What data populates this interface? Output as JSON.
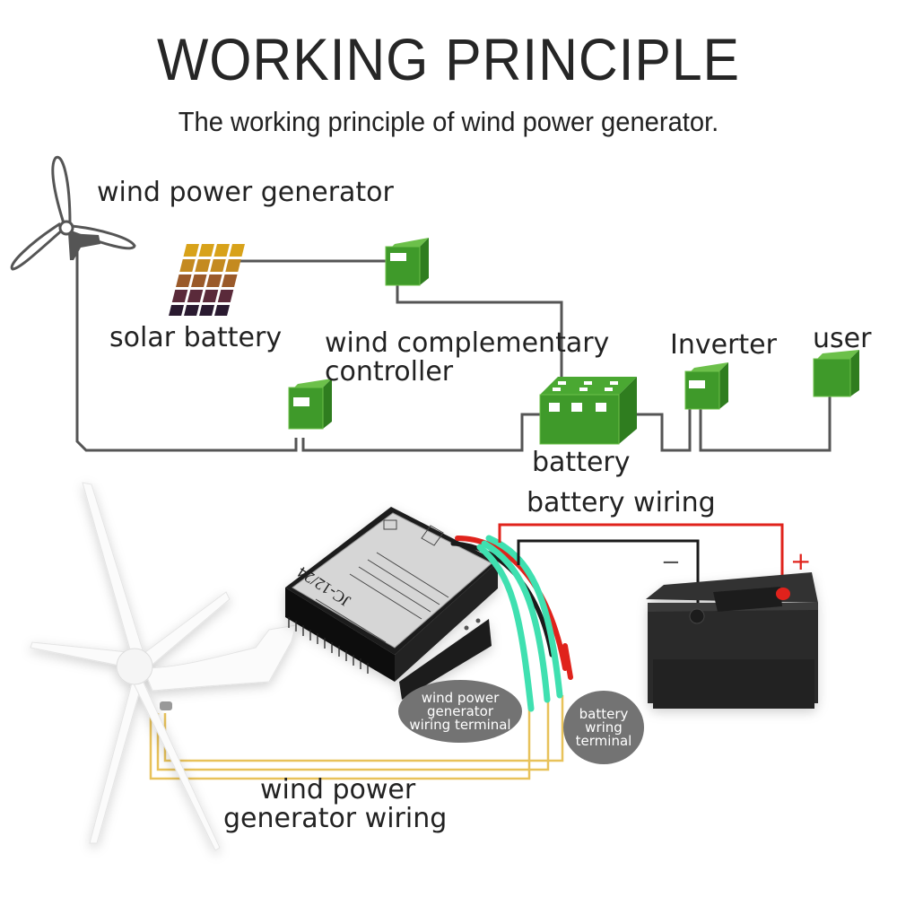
{
  "header": {
    "title": "WORKING PRINCIPLE",
    "subtitle": "The working principle of wind power generator."
  },
  "diagram": {
    "nodes": [
      {
        "id": "wind-power-generator",
        "label": "wind power generator",
        "icon": "wind-turbine-icon"
      },
      {
        "id": "solar-battery",
        "label": "solar battery",
        "icon": "solar-panel-icon"
      },
      {
        "id": "wind-complementary-controller",
        "label_line1": "wind complementary",
        "label_line2": "controller",
        "icon": "controller-box-icon"
      },
      {
        "id": "battery",
        "label": "battery",
        "icon": "battery-block-icon"
      },
      {
        "id": "inverter",
        "label": "Inverter",
        "icon": "inverter-box-icon"
      },
      {
        "id": "user",
        "label": "user",
        "icon": "user-box-icon"
      }
    ],
    "colors": {
      "line": "#555555",
      "box_green": "#3f9a2a",
      "box_green_dark": "#2f7d1f",
      "box_green_light": "#6cc04a"
    }
  },
  "product": {
    "controller_model": "JC-12/24",
    "labels": {
      "battery_wiring": "battery wiring",
      "minus": "−",
      "plus": "+",
      "generator_terminal_l1": "wind power",
      "generator_terminal_l2": "generator",
      "generator_terminal_l3": "wiring terminal",
      "battery_terminal_l1": "battery",
      "battery_terminal_l2": "wring",
      "battery_terminal_l3": "terminal",
      "generator_wiring_l1": "wind power",
      "generator_wiring_l2": "generator wiring"
    },
    "colors": {
      "red_wire": "#e0231c",
      "black_wire": "#1a1a1a",
      "green_wire": "#3fe0b0",
      "yellow_wire": "#e8c25a",
      "bubble": "#737373",
      "battery_body": "#2a2a2a"
    }
  }
}
